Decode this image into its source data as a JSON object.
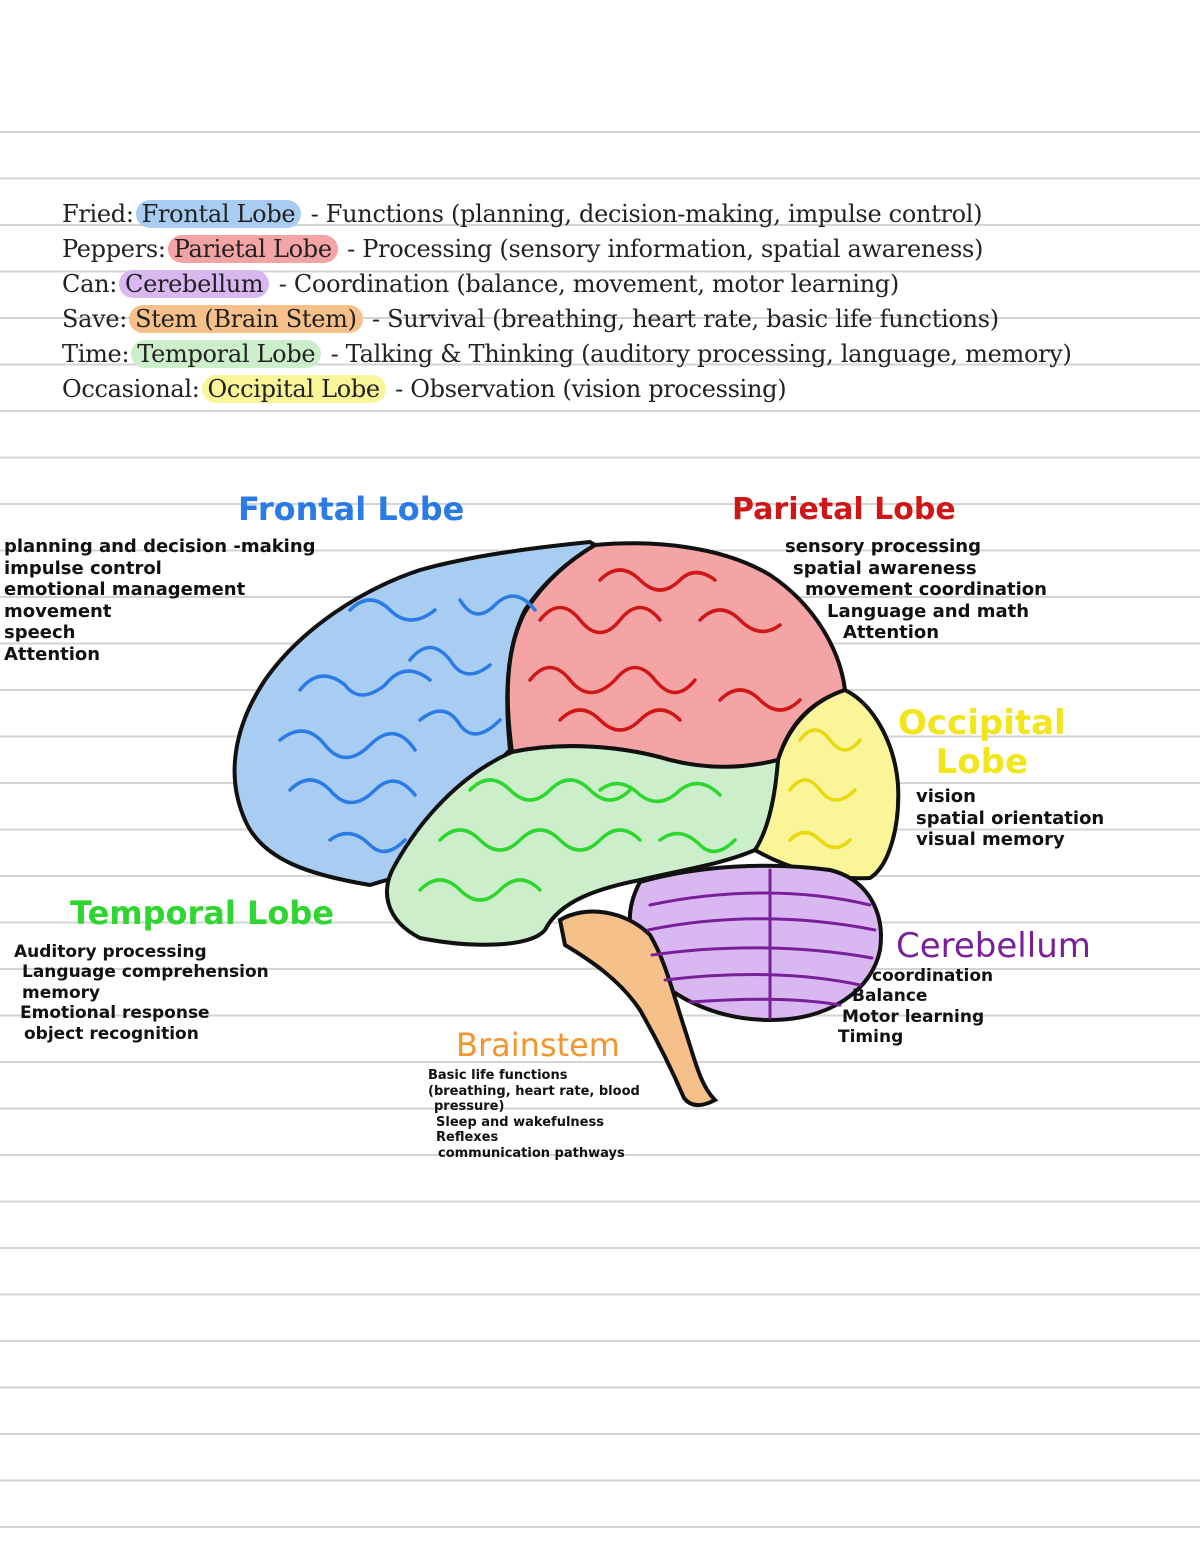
{
  "colors": {
    "frontal": "#a9cdf2",
    "parietal": "#f4a4a4",
    "cerebellum": "#d9b8f2",
    "stem": "#f6c08a",
    "temporal": "#cdeecb",
    "occipital": "#fbf59a",
    "frontal_title": "#2a7be4",
    "parietal_title": "#d01717",
    "occipital_title": "#f2e51c",
    "temporal_title": "#2fd62f",
    "cerebellum_title": "#7a1f9a",
    "brainstem_title": "#f3952c"
  },
  "mnemonic": [
    {
      "key": "Fried:",
      "highlight": "Frontal Lobe",
      "rest": " - Functions (planning, decision-making, impulse control)"
    },
    {
      "key": "Peppers:",
      "highlight": "Parietal Lobe",
      "rest": " - Processing (sensory information, spatial awareness)"
    },
    {
      "key": "Can:",
      "highlight": "Cerebellum",
      "rest": " - Coordination (balance, movement, motor learning)"
    },
    {
      "key": "Save:",
      "highlight": "Stem (Brain Stem)",
      "rest": " - Survival (breathing, heart rate, basic life functions)"
    },
    {
      "key": "Time:",
      "highlight": "Temporal Lobe",
      "rest": " - Talking & Thinking (auditory processing, language, memory)"
    },
    {
      "key": "Occasional:",
      "highlight": "Occipital Lobe",
      "rest": " - Observation (vision processing)"
    }
  ],
  "diagram": {
    "frontal": {
      "title": "Frontal Lobe",
      "items": [
        "planning and decision -making",
        "impulse control",
        "emotional management",
        "movement",
        "speech",
        "Attention"
      ]
    },
    "parietal": {
      "title": "Parietal Lobe",
      "items": [
        "sensory processing",
        "spatial awareness",
        "movement coordination",
        "Language and math",
        "Attention"
      ]
    },
    "occipital": {
      "title_line1": "Occipital",
      "title_line2": "Lobe",
      "items": [
        "vision",
        "spatial orientation",
        "visual memory"
      ]
    },
    "temporal": {
      "title": "Temporal Lobe",
      "items": [
        "Auditory processing",
        "Language comprehension",
        "memory",
        "Emotional response",
        "object recognition"
      ]
    },
    "cerebellum": {
      "title": "Cerebellum",
      "items": [
        "coordination",
        "Balance",
        "Motor learning",
        "Timing"
      ]
    },
    "brainstem": {
      "title": "Brainstem",
      "items": [
        "Basic life functions",
        "(breathing, heart rate, blood",
        "pressure)",
        "Sleep and wakefulness",
        "Reflexes",
        "communication pathways"
      ]
    }
  }
}
